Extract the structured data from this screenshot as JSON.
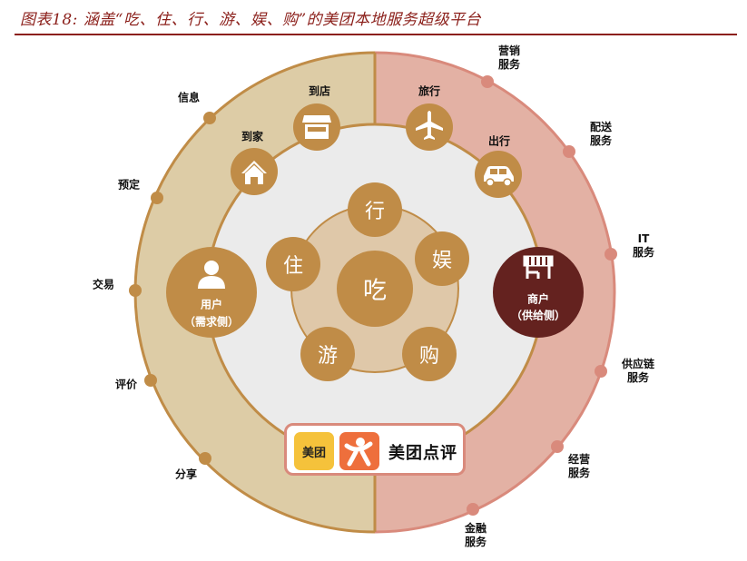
{
  "title": "图表18: 涵盖“吃、住、行、游、娱、购”的美团本地服务超级平台",
  "colors": {
    "title_red": "#8b1f1a",
    "gold": "#c08c47",
    "left_ring": "#ddcca6",
    "right_ring": "#e3b1a4",
    "right_ring_border": "#d98a7c",
    "inner_disc": "#ebebeb",
    "core_disc": "#dfc8a9",
    "merchant": "#64221f"
  },
  "core": {
    "center": "吃",
    "satellites": [
      "行",
      "娱",
      "购",
      "游",
      "住"
    ]
  },
  "user_node": {
    "line1": "用户",
    "line2": "（需求侧）",
    "icon": "person-icon"
  },
  "merchant_node": {
    "line1": "商户",
    "line2": "（供给侧）",
    "icon": "storefront-icon"
  },
  "demand_scenes": [
    {
      "label": "到家",
      "icon": "home-icon"
    },
    {
      "label": "到店",
      "icon": "store-icon"
    }
  ],
  "supply_scenes": [
    {
      "label": "旅行",
      "icon": "airplane-icon"
    },
    {
      "label": "出行",
      "icon": "car-icon"
    }
  ],
  "user_functions": [
    "信息",
    "预定",
    "交易",
    "评价",
    "分享"
  ],
  "merchant_services": [
    {
      "l1": "营销",
      "l2": "服务"
    },
    {
      "l1": "配送",
      "l2": "服务"
    },
    {
      "l1": "IT",
      "l2": "服务"
    },
    {
      "l1": "供应链",
      "l2": "服务"
    },
    {
      "l1": "经营",
      "l2": "服务"
    },
    {
      "l1": "金融",
      "l2": "服务"
    }
  ],
  "brand": {
    "meituan_logo": "美团",
    "dianping_icon": "dianping-logo-icon",
    "name": "美团点评"
  }
}
